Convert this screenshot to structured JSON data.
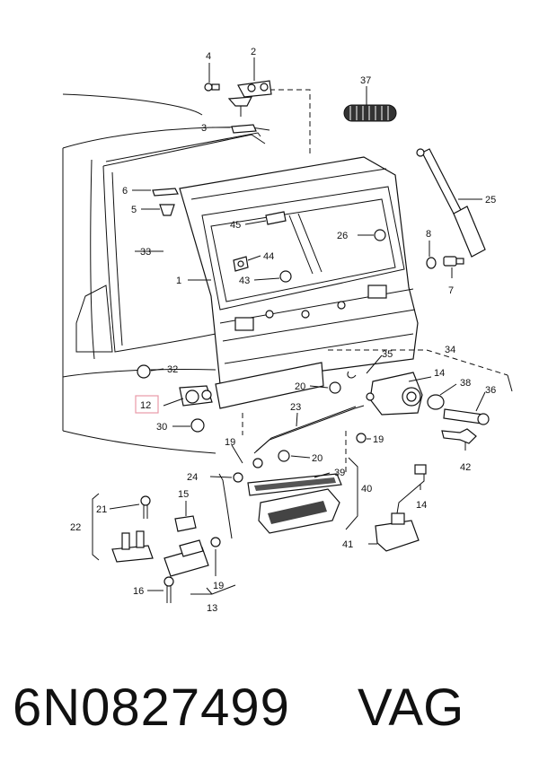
{
  "callouts": {
    "c1": "1",
    "c2": "2",
    "c3": "3",
    "c4": "4",
    "c5": "5",
    "c6": "6",
    "c7": "7",
    "c8": "8",
    "c12": "12",
    "c13": "13",
    "c14a": "14",
    "c14b": "14",
    "c15": "15",
    "c16": "16",
    "c19a": "19",
    "c19b": "19",
    "c19c": "19",
    "c20a": "20",
    "c20b": "20",
    "c21": "21",
    "c22": "22",
    "c23": "23",
    "c24": "24",
    "c25": "25",
    "c26": "26",
    "c30": "30",
    "c32": "32",
    "c33": "33",
    "c34": "34",
    "c35": "35",
    "c36": "36",
    "c37": "37",
    "c38": "38",
    "c39": "39",
    "c40": "40",
    "c41": "41",
    "c42": "42",
    "c43": "43",
    "c44": "44",
    "c45": "45"
  },
  "highlight_color": "#e89aa8",
  "footer": {
    "part_number": "6N0827499",
    "brand": "VAG"
  }
}
